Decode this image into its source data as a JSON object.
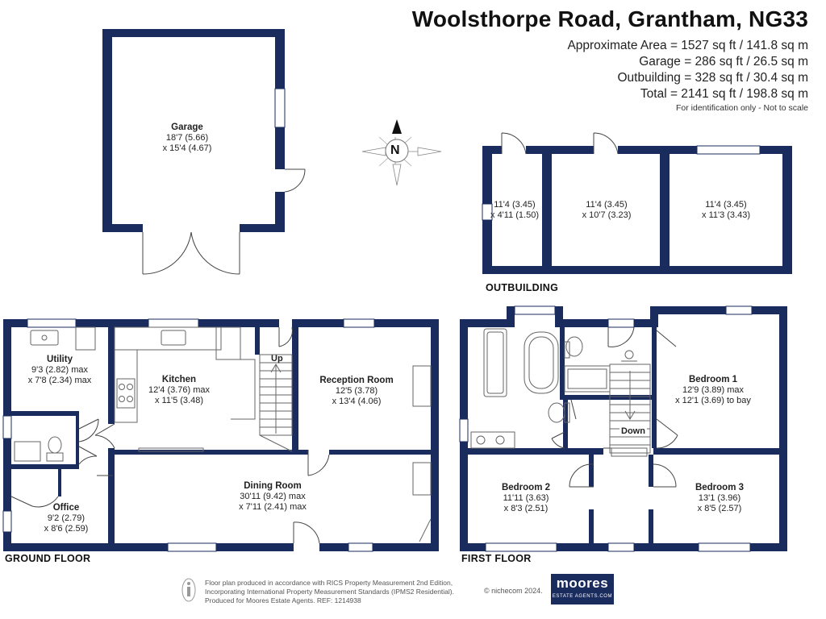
{
  "header": {
    "title": "Woolsthorpe Road, Grantham, NG33",
    "approx_area": "Approximate Area = 1527 sq ft / 141.8 sq m",
    "garage_area": "Garage = 286 sq ft / 26.5 sq m",
    "outbuilding_area": "Outbuilding = 328 sq ft / 30.4 sq m",
    "total_area": "Total = 2141 sq ft / 198.8 sq m",
    "disclaimer": "For identification only - Not to scale"
  },
  "compass": {
    "letter": "N"
  },
  "sections": {
    "outbuilding": "OUTBUILDING",
    "ground_floor": "GROUND FLOOR",
    "first_floor": "FIRST FLOOR"
  },
  "rooms": {
    "garage": {
      "name": "Garage",
      "dim1": "18'7 (5.66)",
      "dim2": "x 15'4 (4.67)"
    },
    "out1": {
      "dim1": "11'4 (3.45)",
      "dim2": "x 4'11 (1.50)"
    },
    "out2": {
      "dim1": "11'4 (3.45)",
      "dim2": "x 10'7 (3.23)"
    },
    "out3": {
      "dim1": "11'4 (3.45)",
      "dim2": "x 11'3 (3.43)"
    },
    "utility": {
      "name": "Utility",
      "dim1": "9'3 (2.82) max",
      "dim2": "x 7'8 (2.34) max"
    },
    "kitchen": {
      "name": "Kitchen",
      "dim1": "12'4 (3.76) max",
      "dim2": "x 11'5 (3.48)"
    },
    "reception": {
      "name": "Reception Room",
      "dim1": "12'5 (3.78)",
      "dim2": "x 13'4 (4.06)"
    },
    "office": {
      "name": "Office",
      "dim1": "9'2 (2.79)",
      "dim2": "x 8'6 (2.59)"
    },
    "dining": {
      "name": "Dining Room",
      "dim1": "30'11 (9.42) max",
      "dim2": "x 7'11 (2.41) max"
    },
    "bedroom1": {
      "name": "Bedroom 1",
      "dim1": "12'9 (3.89) max",
      "dim2": "x 12'1 (3.69) to bay"
    },
    "bedroom2": {
      "name": "Bedroom 2",
      "dim1": "11'11 (3.63)",
      "dim2": "x 8'3 (2.51)"
    },
    "bedroom3": {
      "name": "Bedroom 3",
      "dim1": "13'1 (3.96)",
      "dim2": "x 8'5 (2.57)"
    }
  },
  "stairs": {
    "up": "Up",
    "down": "Down"
  },
  "footer": {
    "line1": "Floor plan produced in accordance with RICS Property Measurement 2nd Edition,",
    "line2": "Incorporating International Property Measurement Standards (IPMS2 Residential).",
    "line3": "Produced for Moores Estate Agents.  REF: 1214938",
    "copyright": "© nichecom 2024."
  },
  "logo": {
    "name": "moores",
    "sub": "ESTATE AGENTS.COM"
  },
  "colors": {
    "wall": "#1a2b5e",
    "fixture": "#555555"
  }
}
